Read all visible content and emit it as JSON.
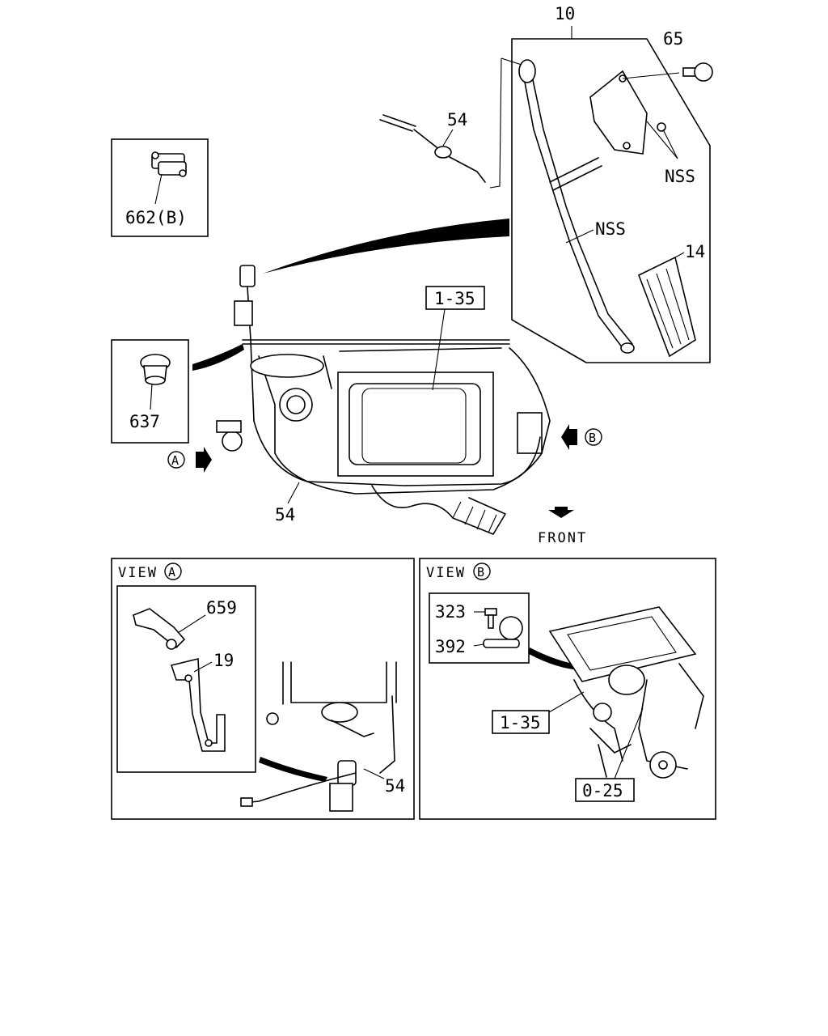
{
  "callouts": {
    "accel_pedal_assembly": "10",
    "bolt": "65",
    "cable_top": "54",
    "nss_bracket": "NSS",
    "nss_arm": "NSS",
    "pedal_pad": "14",
    "clip_inset": "662(B)",
    "engine_ref": "1-35",
    "grommet_inset": "637",
    "cable_main": "54",
    "front_label": "FRONT",
    "view_a_marker": "A",
    "view_b_marker": "B",
    "bracket_clip": "659",
    "bracket": "19",
    "cable_view_a": "54",
    "bolt_view_b": "323",
    "clamp_view_b": "392",
    "engine_ref_view_b": "1-35",
    "throttle_ref": "0-25"
  },
  "view_a": {
    "title": "VIEW",
    "marker": "A"
  },
  "view_b": {
    "title": "VIEW",
    "marker": "B"
  }
}
